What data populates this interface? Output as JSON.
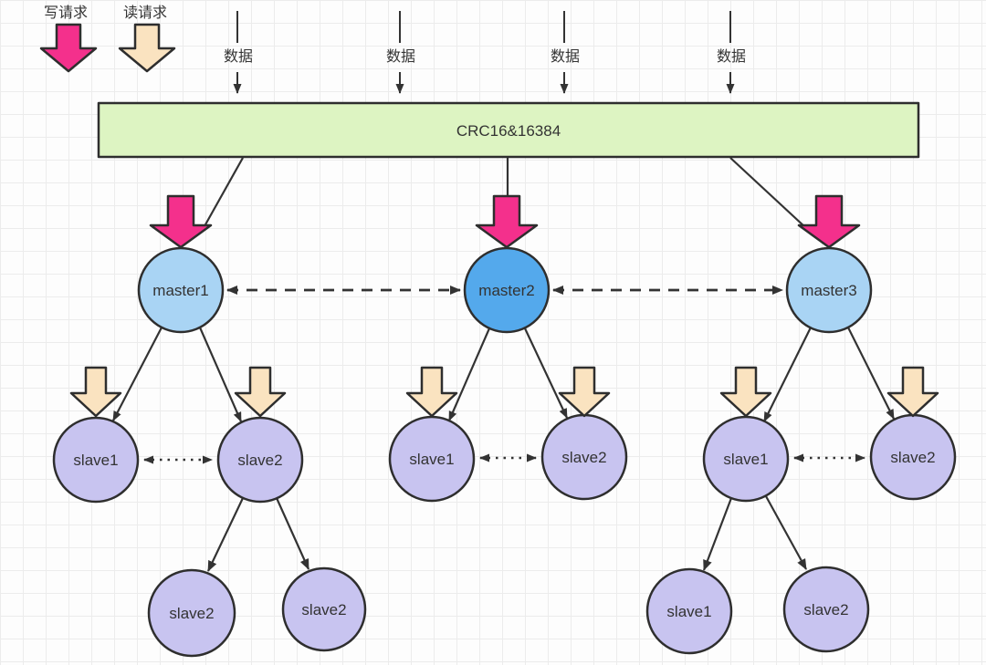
{
  "legend": {
    "write_label": "写请求",
    "read_label": "读请求"
  },
  "data_inputs": [
    "数据",
    "数据",
    "数据",
    "数据"
  ],
  "hash_box_label": "CRC16&16384",
  "masters": [
    "master1",
    "master2",
    "master3"
  ],
  "slave_rows": [
    [
      "slave1",
      "slave2"
    ],
    [
      "slave1",
      "slave2"
    ],
    [
      "slave1",
      "slave2"
    ]
  ],
  "bottom_nodes": [
    "slave2",
    "slave2",
    "slave1",
    "slave2"
  ],
  "colors": {
    "write_request_arrow": "#F4308C",
    "read_request_arrow": "#FAE3C0",
    "hash_box_fill": "#DDF4C2",
    "master_fill": "#A9D4F4",
    "master_highlight_fill": "#54A9EC",
    "slave_fill": "#C8C4F0",
    "connector": "#333333"
  }
}
